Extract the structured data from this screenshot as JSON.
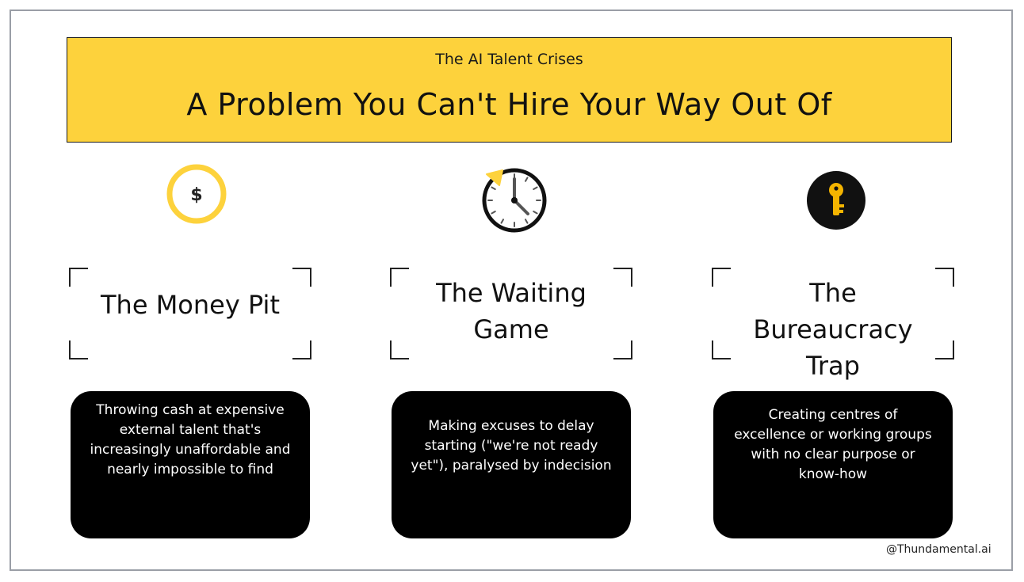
{
  "header": {
    "subtitle": "The AI Talent Crises",
    "title": "A Problem You Can't Hire Your Way Out Of"
  },
  "colors": {
    "banner": "#fdd23c",
    "accent_yellow": "#fdd23c",
    "card_bg": "#000000",
    "card_text": "#ffffff",
    "frame_border": "#9a9ea6"
  },
  "columns": [
    {
      "icon": "dollar-coin-icon",
      "icon_glyph": "$",
      "heading": "The Money Pit",
      "description": "Throwing cash at expensive external talent that's increasingly unaffordable and nearly impossible to find"
    },
    {
      "icon": "clock-icon",
      "heading_line1": "The Waiting",
      "heading_line2": "Game",
      "description": "Making excuses to delay starting (\"we're not ready yet\"), paralysed by indecision"
    },
    {
      "icon": "key-icon",
      "heading_line1": "The",
      "heading_line2": "Bureaucracy",
      "heading_line3": "Trap",
      "description": "Creating centres of excellence or working groups with no clear purpose or know-how"
    }
  ],
  "footer": {
    "credit": "@Thundamental.ai"
  }
}
